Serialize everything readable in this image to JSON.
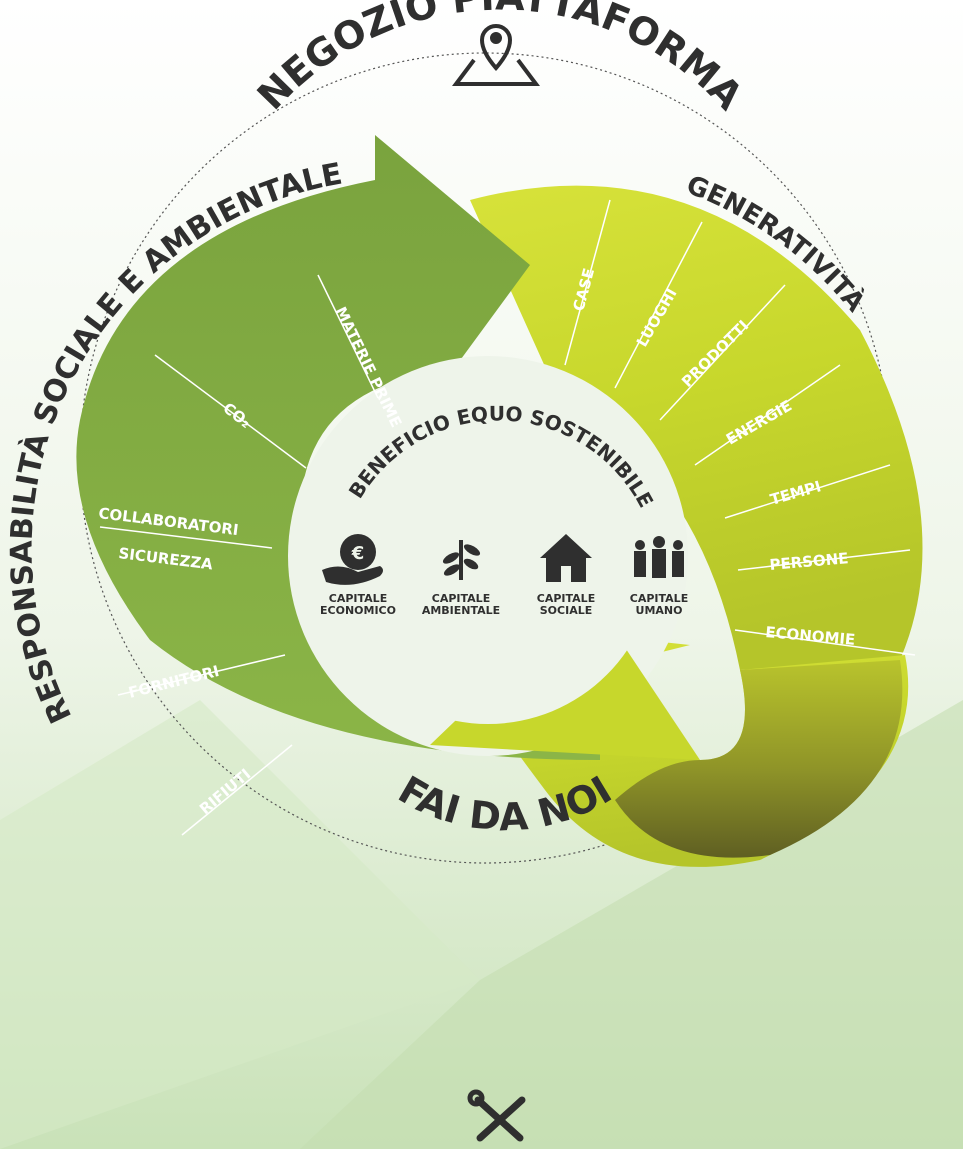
{
  "top_title": "NEGOZIO PIATTAFORMA",
  "bottom_title": "FAI DA NOI",
  "left_arc_title": "RESPONSABILITÀ SOCIALE E AMBIENTALE",
  "right_arc_title": "GENERATIVITÀ",
  "center_title": "BENEFICIO EQUO SOSTENIBILE",
  "left_items": [
    "MATERIE PRIME",
    "CO₂",
    "COLLABORATORI",
    "SICUREZZA",
    "FORNITORI",
    "RIFIUTI"
  ],
  "right_items": [
    "CASE",
    "LUOGHI",
    "PRODOTTI",
    "ENERGIE",
    "TEMPI",
    "PERSONE",
    "ECONOMIE"
  ],
  "capitals": [
    {
      "line1": "CAPITALE",
      "line2": "ECONOMICO",
      "icon": "money-hand-icon"
    },
    {
      "line1": "CAPITALE",
      "line2": "AMBIENTALE",
      "icon": "plant-icon"
    },
    {
      "line1": "CAPITALE",
      "line2": "SOCIALE",
      "icon": "house-icon"
    },
    {
      "line1": "CAPITALE",
      "line2": "UMANO",
      "icon": "people-icon"
    }
  ],
  "icons": {
    "top": "map-pin-icon",
    "bottom": "tools-icon"
  },
  "colors": {
    "dark_green": "#7ea83f",
    "mid_green": "#92bc45",
    "lime": "#c8d82a",
    "olive_shadow": "#6b6a24",
    "text_dark": "#2f2f2f"
  }
}
